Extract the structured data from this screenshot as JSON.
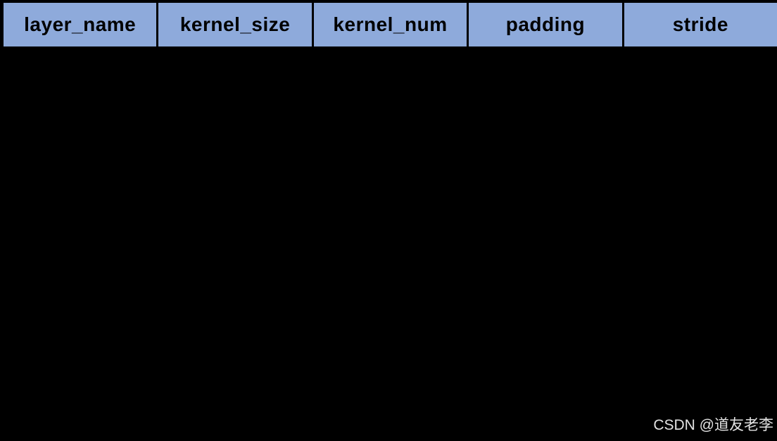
{
  "table": {
    "headers": [
      "layer_name",
      "kernel_size",
      "kernel_num",
      "padding",
      "stride"
    ],
    "header_bg_color": "#8EAADB",
    "header_text_color": "#000000",
    "grid_border_color": "#000000",
    "body_background_color": "#000000"
  },
  "watermark": {
    "text": "CSDN @道友老李",
    "color": "#E2E2E2"
  },
  "chart_data": {
    "type": "table",
    "title": "",
    "columns": [
      "layer_name",
      "kernel_size",
      "kernel_num",
      "padding",
      "stride"
    ],
    "rows": [],
    "notes_visible_content_only": "Only the header row is visible; the table body region is solid black with no readable cell values."
  }
}
